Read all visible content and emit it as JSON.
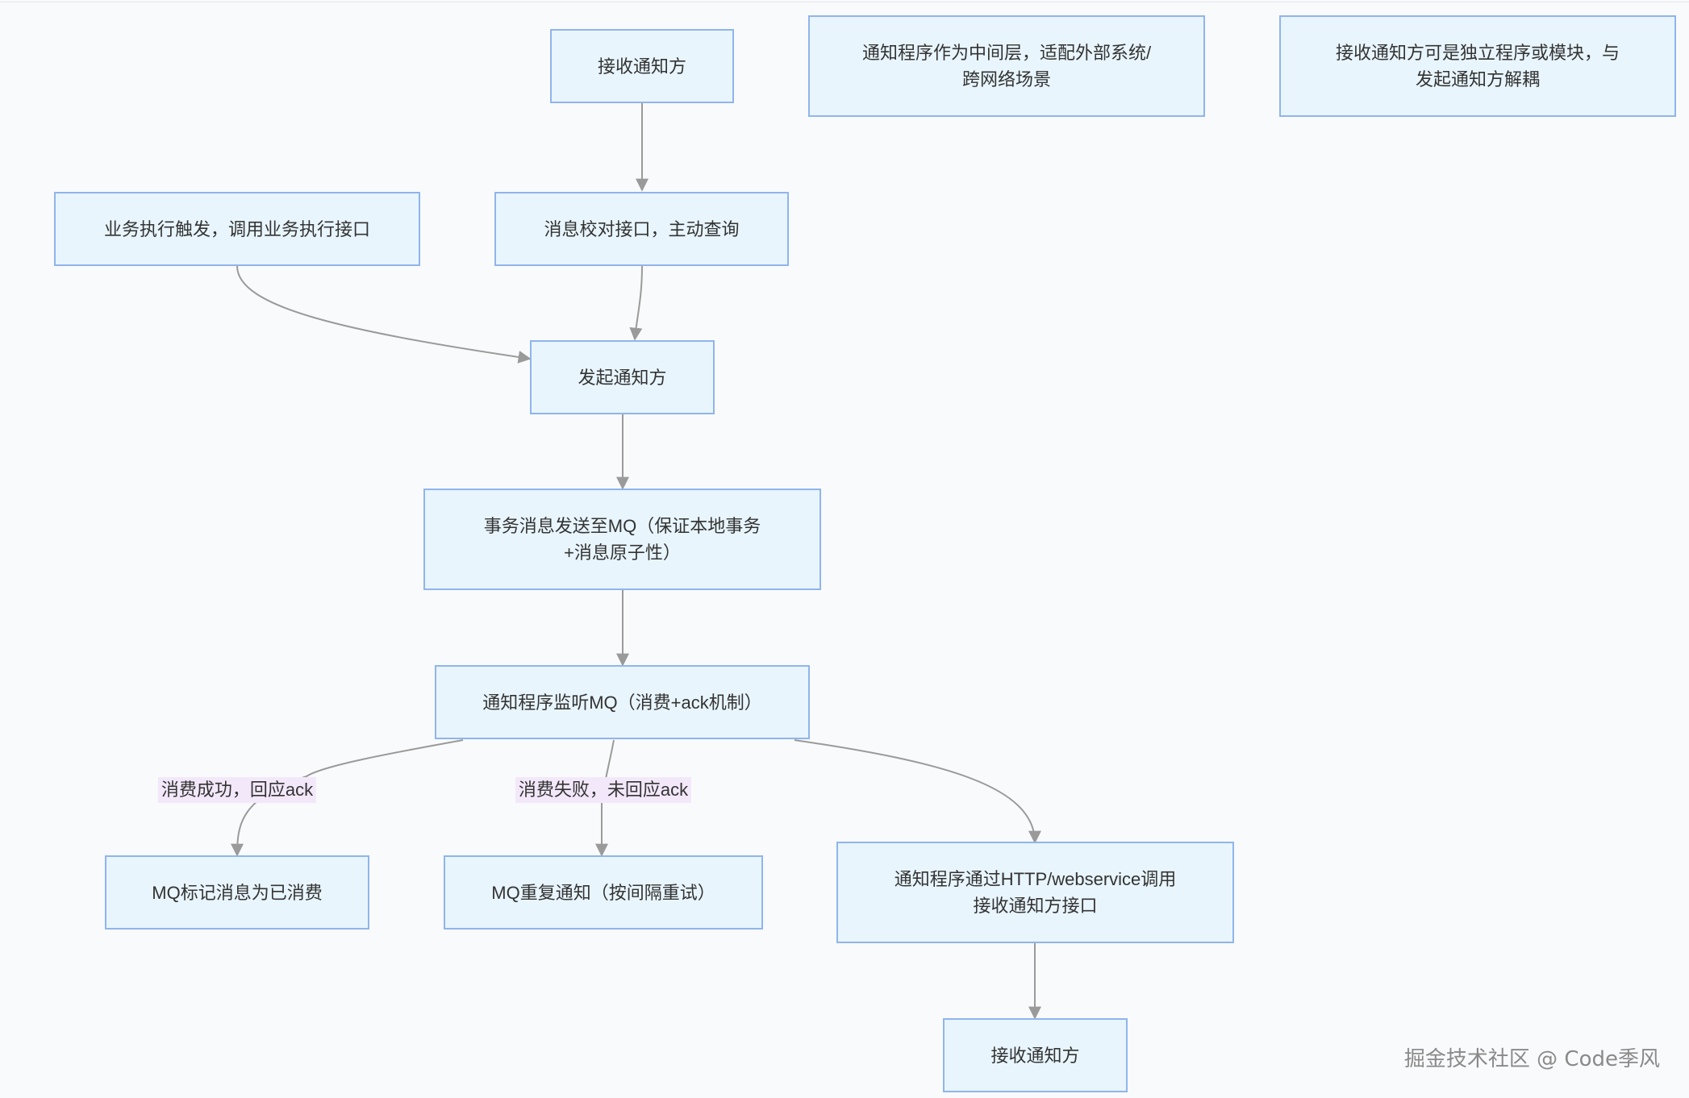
{
  "nodes": {
    "receiver_top": "接收通知方",
    "note_middle_layer_line1": "通知程序作为中间层，适配外部系统/",
    "note_middle_layer_line2": "跨网络场景",
    "note_decouple_line1": "接收通知方可是独立程序或模块，与",
    "note_decouple_line2": "发起通知方解耦",
    "business_trigger": "业务执行触发，调用业务执行接口",
    "message_check": "消息校对接口，主动查询",
    "initiator": "发起通知方",
    "transaction_msg_line1": "事务消息发送至MQ（保证本地事务",
    "transaction_msg_line2": "+消息原子性）",
    "listener": "通知程序监听MQ（消费+ack机制）",
    "mq_mark_consumed": "MQ标记消息为已消费",
    "mq_retry": "MQ重复通知（按间隔重试）",
    "http_call_line1": "通知程序通过HTTP/webservice调用",
    "http_call_line2": "接收通知方接口",
    "receiver_bottom": "接收通知方"
  },
  "edge_labels": {
    "consume_success": "消费成功，回应ack",
    "consume_fail": "消费失败，未回应ack"
  },
  "watermark": "掘金技术社区 @ Code季风",
  "colors": {
    "node_fill": "#e8f5fd",
    "node_border": "#8fb5ec",
    "edge": "#9a9a9a",
    "edge_label_bg": "#f3e8fa",
    "background": "#f9fafc"
  }
}
